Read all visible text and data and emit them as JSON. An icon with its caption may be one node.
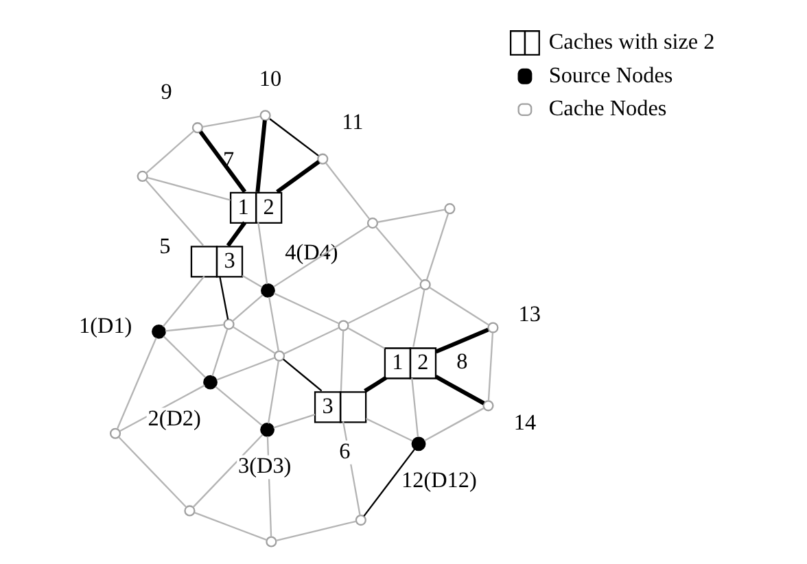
{
  "diagram": {
    "nodes": [
      {
        "text": [],
        "shape": "circle"
      },
      {
        "text": [],
        "shape": "circle"
      },
      {
        "text": [],
        "shape": "circle"
      },
      {
        "text": [],
        "shape": "circle",
        "beside": [
          "1(D1)"
        ]
      },
      {
        "text": [],
        "shape": "circle",
        "beside": [
          "3(D3)"
        ]
      },
      {
        "text": [],
        "shape": "circle",
        "beside": [
          "2(D2)"
        ]
      },
      {
        "text": [],
        "shape": "circle"
      },
      {
        "text": [],
        "shape": "circle"
      },
      {
        "text": [
          "3"
        ],
        "beside": [
          "5"
        ]
      },
      {
        "text": [
          "3"
        ],
        "beside": [
          "6"
        ]
      },
      {
        "text": [],
        "shape": "circle"
      },
      {
        "text": [],
        "shape": "circle"
      },
      {
        "text": [],
        "shape": "circle",
        "beside": [
          "12(D12)"
        ]
      },
      {
        "text": [],
        "shape": "circle",
        "beside": [
          "4(D4)"
        ]
      },
      {
        "text": [],
        "shape": "circle"
      },
      {
        "text": [
          "1",
          "2"
        ],
        "beside": [
          "8"
        ]
      },
      {
        "text": [
          "1",
          "2"
        ],
        "beside": [
          "7"
        ]
      },
      {
        "text": [],
        "shape": "circle",
        "beside": [
          "9"
        ]
      },
      {
        "text": [],
        "shape": "circle"
      },
      {
        "text": [],
        "shape": "circle"
      },
      {
        "text": [],
        "shape": "circle",
        "beside": [
          "14"
        ]
      },
      {
        "text": [],
        "shape": "circle",
        "beside": [
          "10"
        ]
      },
      {
        "text": [],
        "shape": "circle",
        "beside": [
          "11"
        ]
      },
      {
        "text": [],
        "shape": "circle",
        "beside": [
          "13"
        ]
      },
      {
        "text": [],
        "shape": "circle"
      }
    ],
    "edges": [
      {
        "from": 3,
        "to": 0,
        "arrow": "none"
      },
      {
        "from": 0,
        "to": 1,
        "arrow": "none"
      },
      {
        "from": 1,
        "to": 2,
        "arrow": "none"
      },
      {
        "from": 2,
        "to": 6,
        "arrow": "none"
      },
      {
        "from": 1,
        "to": 4,
        "arrow": "none"
      },
      {
        "from": 0,
        "to": 5,
        "arrow": "none"
      },
      {
        "from": 3,
        "to": 5,
        "arrow": "none"
      },
      {
        "from": 5,
        "to": 4,
        "arrow": "none"
      },
      {
        "from": 4,
        "to": 2,
        "arrow": "none"
      },
      {
        "from": 6,
        "to": 9,
        "arrow": "none"
      },
      {
        "from": 6,
        "to": 12,
        "arrow": "none",
        "color": "#000000"
      },
      {
        "from": 3,
        "to": 8,
        "arrow": "none"
      },
      {
        "from": 3,
        "to": 7,
        "arrow": "none"
      },
      {
        "from": 5,
        "to": 7,
        "arrow": "none"
      },
      {
        "from": 5,
        "to": 10,
        "arrow": "none"
      },
      {
        "from": 4,
        "to": 10,
        "arrow": "none"
      },
      {
        "from": 4,
        "to": 9,
        "arrow": "none"
      },
      {
        "from": 8,
        "to": 7,
        "arrow": "none",
        "color": "#000000"
      },
      {
        "from": 7,
        "to": 10,
        "arrow": "none"
      },
      {
        "from": 10,
        "to": 9,
        "arrow": "none",
        "color": "#000000"
      },
      {
        "from": 7,
        "to": 13,
        "arrow": "none"
      },
      {
        "from": 8,
        "to": 13,
        "arrow": "none"
      },
      {
        "from": 8,
        "to": 11,
        "arrow": "none"
      },
      {
        "from": 8,
        "to": 16,
        "arrow": "none",
        "style": "thick",
        "color": "#000000"
      },
      {
        "from": 11,
        "to": 16,
        "arrow": "none"
      },
      {
        "from": 11,
        "to": 17,
        "arrow": "none"
      },
      {
        "from": 16,
        "to": 13,
        "arrow": "none"
      },
      {
        "from": 10,
        "to": 13,
        "arrow": "none"
      },
      {
        "from": 10,
        "to": 14,
        "arrow": "none"
      },
      {
        "from": 13,
        "to": 14,
        "arrow": "none"
      },
      {
        "from": 14,
        "to": 9,
        "arrow": "none"
      },
      {
        "from": 9,
        "to": 12,
        "arrow": "none"
      },
      {
        "from": 9,
        "to": 15,
        "arrow": "none",
        "style": "thick",
        "color": "#000000"
      },
      {
        "from": 14,
        "to": 15,
        "arrow": "none"
      },
      {
        "from": 15,
        "to": 12,
        "arrow": "none"
      },
      {
        "from": 14,
        "to": 19,
        "arrow": "none"
      },
      {
        "from": 15,
        "to": 19,
        "arrow": "none"
      },
      {
        "from": 16,
        "to": 17,
        "arrow": "none",
        "style": "thick",
        "color": "#000000"
      },
      {
        "from": 16,
        "to": 21,
        "arrow": "none",
        "style": "thick",
        "color": "#000000"
      },
      {
        "from": 16,
        "to": 22,
        "arrow": "none",
        "style": "thick",
        "color": "#000000"
      },
      {
        "from": 17,
        "to": 21,
        "arrow": "none"
      },
      {
        "from": 21,
        "to": 22,
        "arrow": "none",
        "color": "#000000"
      },
      {
        "from": 22,
        "to": 18,
        "arrow": "none"
      },
      {
        "from": 18,
        "to": 13,
        "arrow": "none"
      },
      {
        "from": 18,
        "to": 19,
        "arrow": "none"
      },
      {
        "from": 18,
        "to": 24,
        "arrow": "none"
      },
      {
        "from": 19,
        "to": 24,
        "arrow": "none"
      },
      {
        "from": 15,
        "to": 23,
        "arrow": "none",
        "style": "thick",
        "color": "#000000"
      },
      {
        "from": 15,
        "to": 20,
        "arrow": "none",
        "style": "thick",
        "color": "#000000"
      },
      {
        "from": 19,
        "to": 23,
        "arrow": "none"
      },
      {
        "from": 23,
        "to": 20,
        "arrow": "none"
      },
      {
        "from": 12,
        "to": 20,
        "arrow": "none"
      }
    ],
    "legend": [
      {
        "text": "Caches with size 2"
      },
      {
        "text": "Source Nodes"
      },
      {
        "text": "Cache Nodes"
      }
    ]
  }
}
